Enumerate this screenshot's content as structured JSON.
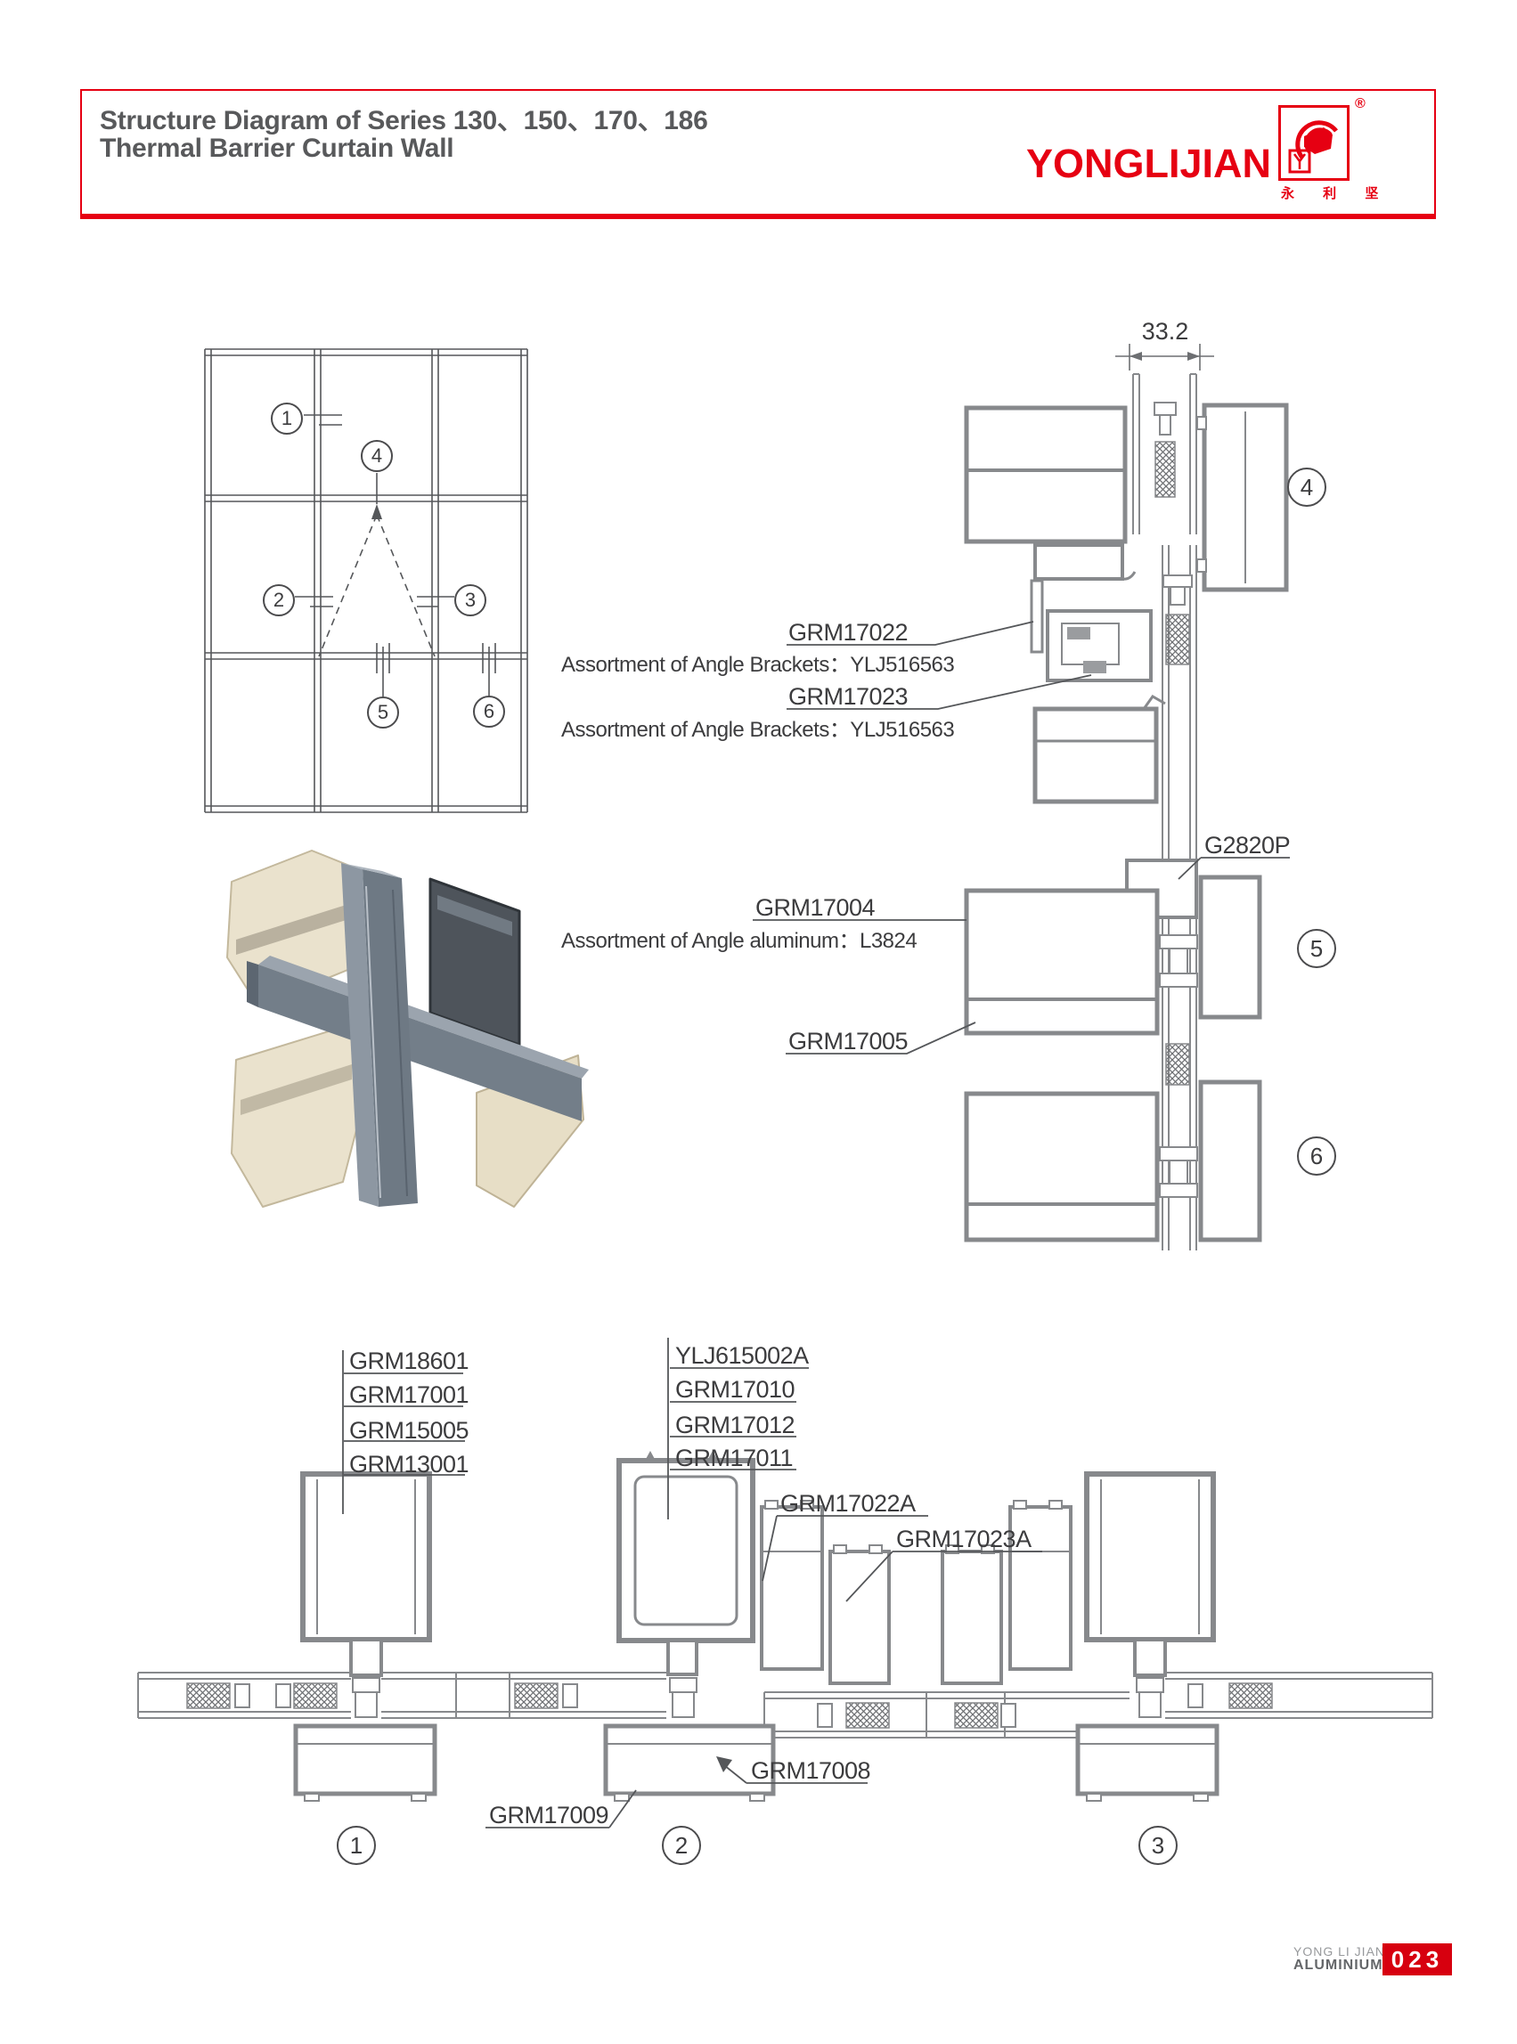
{
  "header": {
    "title_line1": "Structure Diagram of Series 130、150、170、186",
    "title_line2": "Thermal Barrier Curtain Wall",
    "brand": "YONGLIJIAN",
    "brand_cn": "永 利 坚",
    "registered": "®"
  },
  "colors": {
    "brand_red": "#e60012",
    "badge_red": "#d7000f",
    "title_gray": "#58595b",
    "drawing_gray": "#87898c"
  },
  "elevation": {
    "callouts": [
      "1",
      "2",
      "3",
      "4",
      "5",
      "6"
    ]
  },
  "right_sections": {
    "dim": "33.2",
    "grm17022": "GRM17022",
    "assort_brackets_1": "Assortment of Angle Brackets：YLJ516563",
    "grm17023": "GRM17023",
    "assort_brackets_2": "Assortment of Angle Brackets：YLJ516563",
    "grm17004": "GRM17004",
    "assort_aluminum": "Assortment of Angle aluminum：L3824",
    "grm17005": "GRM17005",
    "g2820p": "G2820P",
    "callout_4": "4",
    "callout_5": "5",
    "callout_6": "6"
  },
  "bottom_sections": {
    "stack_left": [
      "GRM18601",
      "GRM17001",
      "GRM15005",
      "GRM13001"
    ],
    "stack_mid": [
      "YLJ615002A",
      "GRM17010",
      "GRM17012",
      "GRM17011"
    ],
    "grm17022a": "GRM17022A",
    "grm17023a": "GRM17023A",
    "grm17008": "GRM17008",
    "grm17009": "GRM17009",
    "callout_1": "1",
    "callout_2": "2",
    "callout_3": "3"
  },
  "footer": {
    "brand_line1": "YONG LI JIAN",
    "brand_line2": "ALUMINIUM",
    "page_number": "023"
  }
}
